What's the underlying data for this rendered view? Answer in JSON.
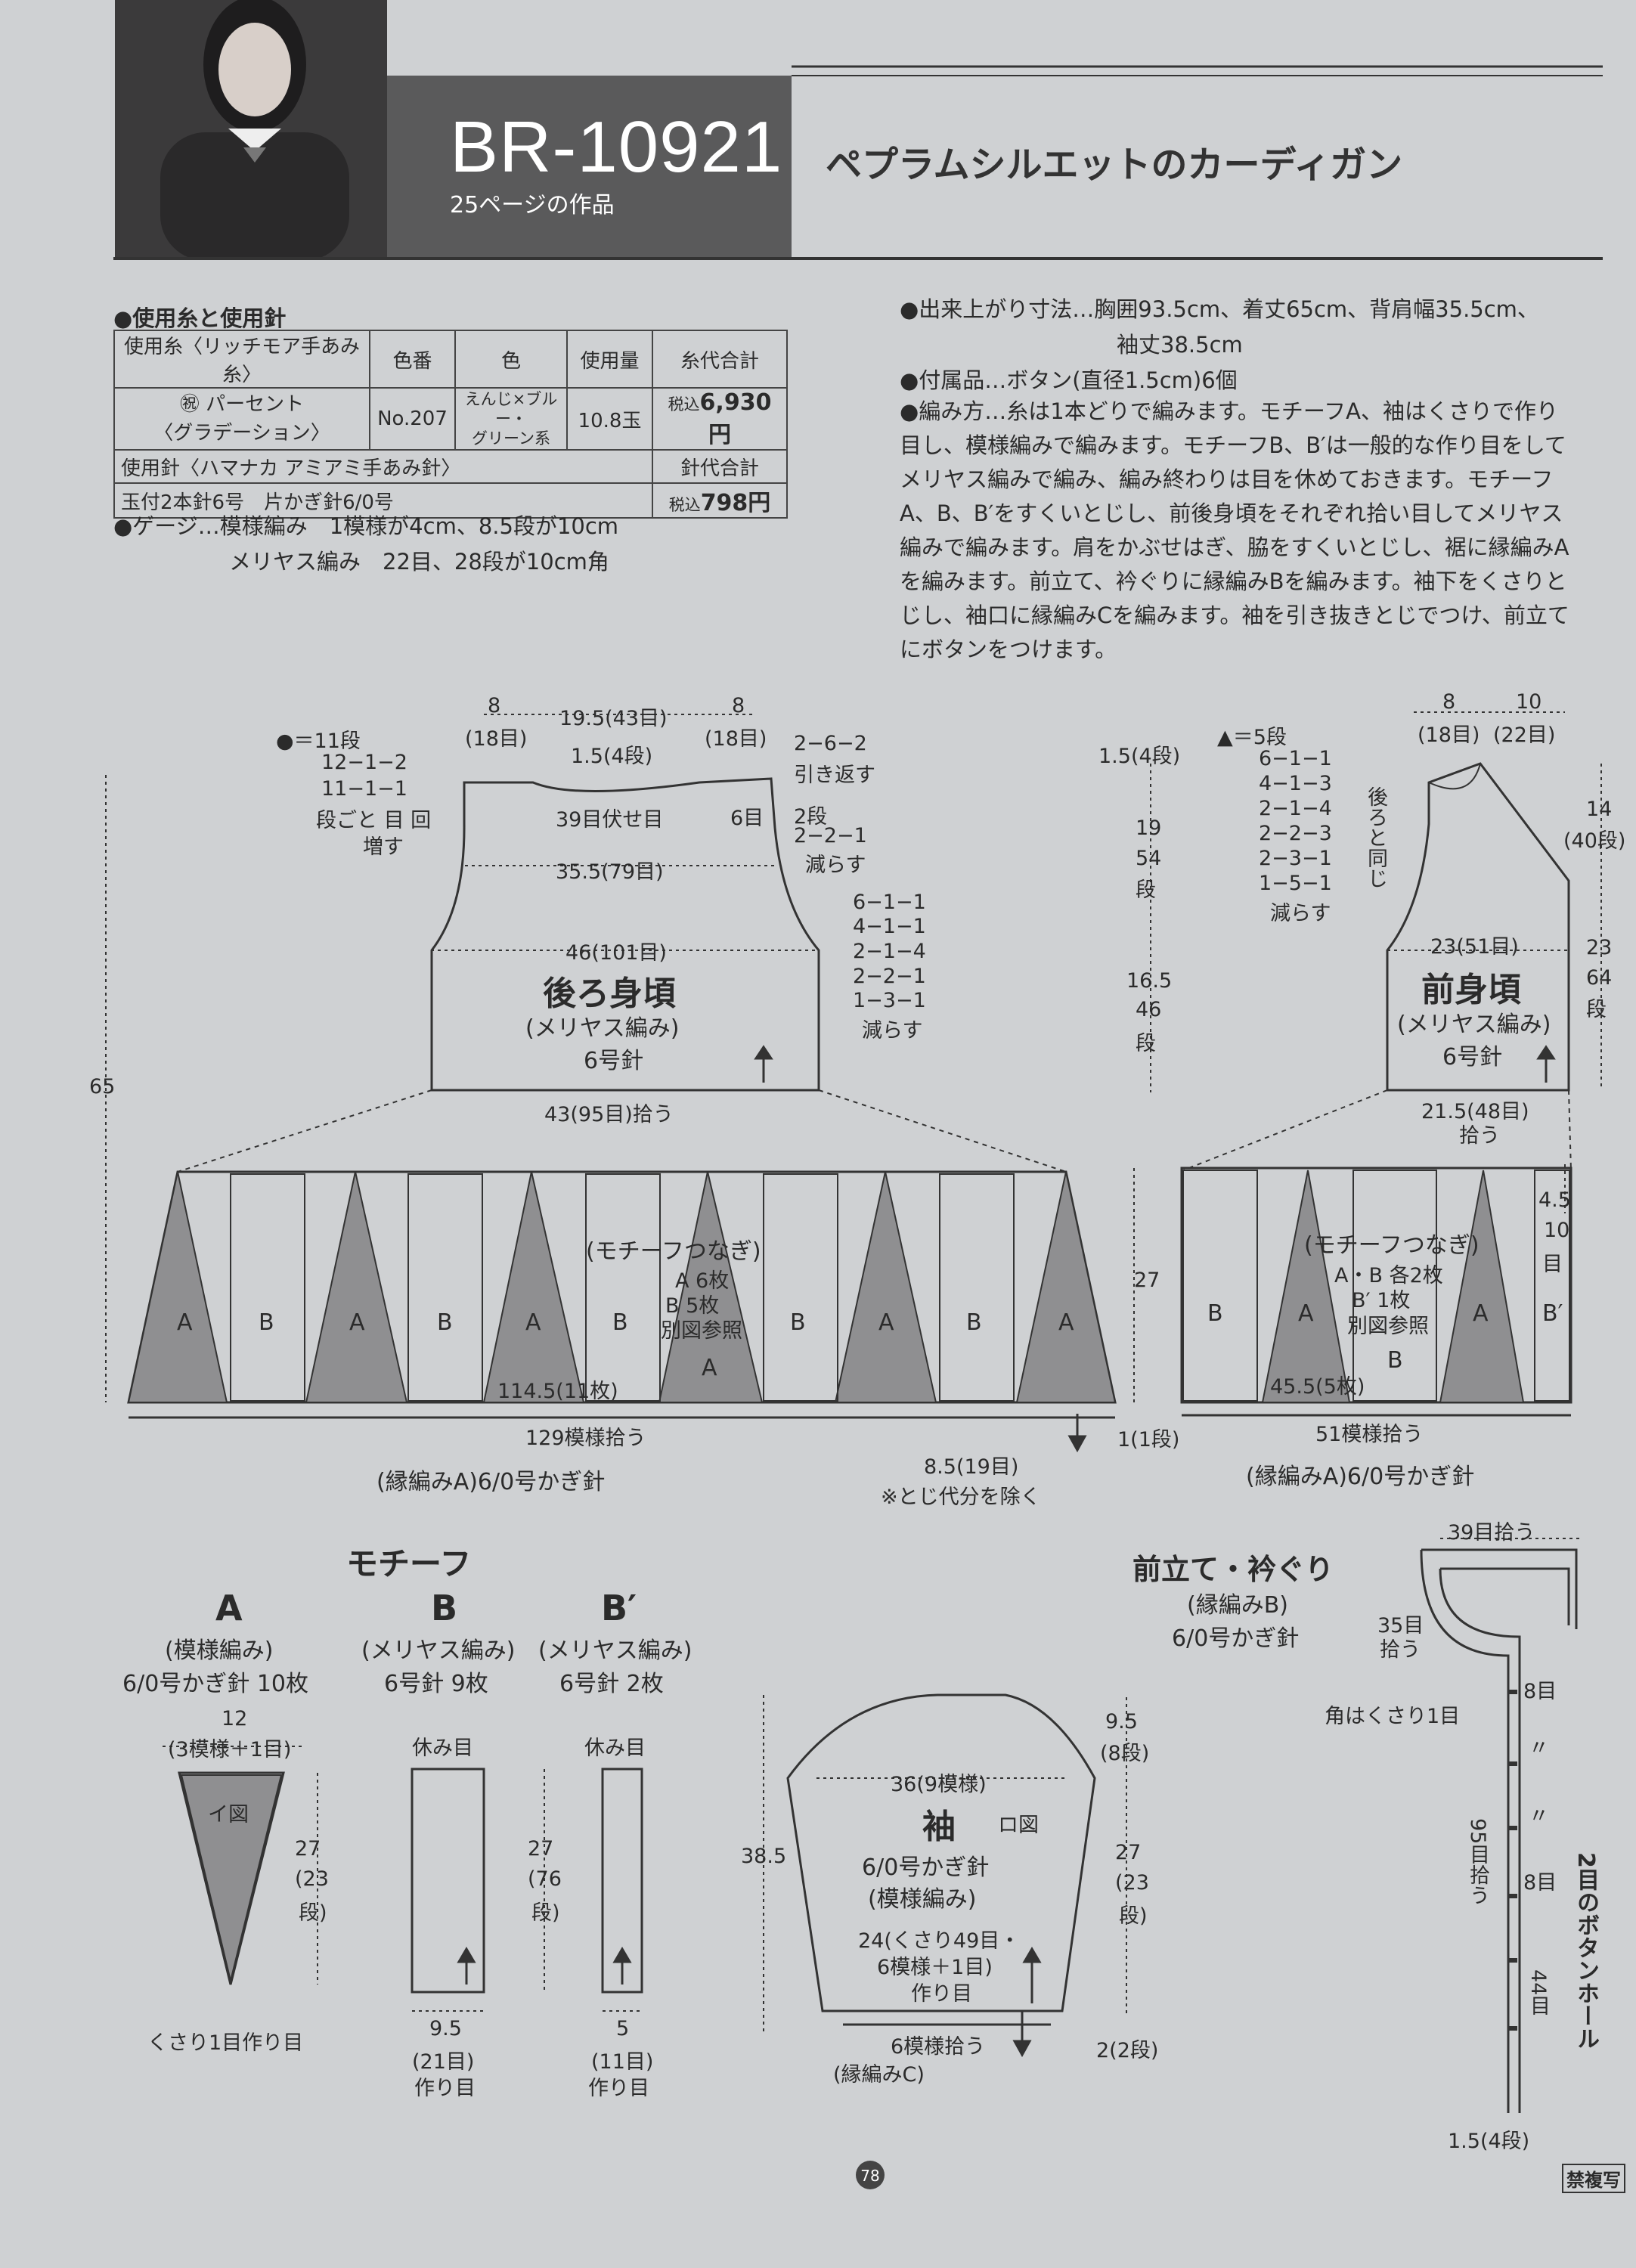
{
  "header": {
    "code": "BR-10921",
    "page_ref": "25ページの作品",
    "title": "ペプラムシルエットのカーディガン"
  },
  "materials": {
    "heading": "●使用糸と使用針",
    "table": {
      "h_yarn": "使用糸〈リッチモア手あみ糸〉",
      "h_color_no": "色番",
      "h_color": "色",
      "h_amount": "使用量",
      "h_yarn_total": "糸代合計",
      "yarn_name_1": "㊗ パーセント",
      "yarn_name_2": "〈グラデーション〉",
      "color_no": "No.207",
      "color_1": "えんじ×ブルー・",
      "color_2": "グリーン系",
      "amount": "10.8玉",
      "yarn_price_tax": "税込",
      "yarn_price": "6,930円",
      "h_needle": "使用針〈ハマナカ アミアミ手あみ針〉",
      "h_needle_total": "針代合計",
      "needles": "玉付2本針6号　片かぎ針6/0号",
      "needle_price_tax": "税込",
      "needle_price": "798円"
    },
    "gauge_1": "●ゲージ…模様編み　1模様が4cm、8.5段が10cm",
    "gauge_2": "メリヤス編み　22目、28段が10cm角"
  },
  "instructions": {
    "size_1": "●出来上がり寸法…胸囲93.5cm、着丈65cm、背肩幅35.5cm、",
    "size_2": "袖丈38.5cm",
    "accessory": "●付属品…ボタン(直径1.5cm)6個",
    "method_1": "●編み方…糸は1本どりで編みます。モチーフA、袖はくさりで作り",
    "method_2": "目し、模様編みで編みます。モチーフB、B′は一般的な作り目をして",
    "method_3": "メリヤス編みで編み、編み終わりは目を休めておきます。モチーフ",
    "method_4": "A、B、B′をすくいとじし、前後身頃をそれぞれ拾い目してメリヤス",
    "method_5": "編みで編みます。肩をかぶせはぎ、脇をすくいとじし、裾に縁編みA",
    "method_6": "を編みます。前立て、衿ぐりに縁編みBを編みます。袖下をくさりと",
    "method_7": "じし、袖口に縁編みCを編みます。袖を引き抜きとじでつけ、前立て",
    "method_8": "にボタンをつけます。"
  },
  "back": {
    "dot_note": "●＝11段",
    "dot_1": "12−1−2",
    "dot_2": "11−1−1",
    "dot_3": "段ごと 目 回",
    "dot_4": "増す",
    "sh_l": "8",
    "sh_l_st": "(18目)",
    "neck_w": "19.5(43目)",
    "neck_d": "1.5(4段)",
    "sh_r": "8",
    "sh_r_st": "(18目)",
    "bo": "39目伏せ目",
    "sr_1": "2−6−2",
    "sr_2": "引き返す",
    "six": "6目",
    "n_1": "2段",
    "n_2": "2−2−1",
    "n_3": "減らす",
    "shoulder_w": "35.5(79目)",
    "a_1": "6−1−1",
    "a_2": "4−1−1",
    "a_3": "2−1−4",
    "a_4": "2−2−1",
    "a_5": "1−3−1",
    "a_6": "減らす",
    "chest": "46(101目)",
    "name": "後ろ身頃",
    "stitch": "(メリヤス編み)",
    "needle": "6号針",
    "pick": "43(95目)拾う",
    "total_h": "65"
  },
  "front": {
    "tri_note": "▲＝5段",
    "t_1": "6−1−1",
    "t_2": "4−1−3",
    "t_3": "2−1−4",
    "t_4": "2−2−3",
    "t_5": "2−3−1",
    "t_6": "1−5−1",
    "t_7": "減らす",
    "sh": "8",
    "sh_st": "(18目)",
    "neck": "10",
    "neck_st": "(22目)",
    "d_top": "1.5(4段)",
    "d_19": "19",
    "d_54": "54",
    "d_dan1": "段",
    "d_165": "16.5",
    "d_46": "46",
    "d_dan2": "段",
    "same": "後ろと同じ",
    "neck_h": "14",
    "neck_h_st": "(40段)",
    "w": "23(51目)",
    "h": "23",
    "h_st": "64",
    "h_dan": "段",
    "name": "前身頃",
    "stitch": "(メリヤス編み)",
    "needle": "6号針",
    "pick": "21.5(48目)",
    "pick2": "拾う"
  },
  "peplum_back": {
    "title": "(モチーフつなぎ)",
    "a_count": "A 6枚",
    "b_count": "B 5枚",
    "ref": "別図参照",
    "width": "114.5(11枚)",
    "pick": "129模様拾う",
    "edge": "(縁編みA)6/0号かぎ針",
    "side": "8.5(19目)",
    "side_note": "※とじ代分を除く",
    "height": "27",
    "hem": "1(1段)",
    "a": "A",
    "b": "B"
  },
  "peplum_front": {
    "title": "(モチーフつなぎ)",
    "count_1": "A・B 各2枚",
    "count_2": "B′ 1枚",
    "ref": "別図参照",
    "width": "45.5(5枚)",
    "pick": "51模様拾う",
    "edge": "(縁編みA)6/0号かぎ針",
    "band": "4.5",
    "band_st": "10",
    "band_dan": "目",
    "a": "A",
    "b": "B",
    "bp": "B′"
  },
  "motifs": {
    "title": "モチーフ",
    "a_label": "A",
    "a_stitch": "(模様編み)",
    "a_needle": "6/0号かぎ針 10枚",
    "a_w": "12",
    "a_w_st": "(3模様＋1目)",
    "a_fig": "イ図",
    "a_h": "27",
    "a_h_st": "(23",
    "a_dan": "段)",
    "a_start": "くさり1目作り目",
    "b_label": "B",
    "b_stitch": "(メリヤス編み)",
    "b_needle": "6号針 9枚",
    "b_rest": "休み目",
    "b_h": "27",
    "b_h_st": "(76",
    "b_dan": "段)",
    "b_w": "9.5",
    "b_w_st": "(21目)",
    "b_start": "作り目",
    "bp_label": "B′",
    "bp_stitch": "(メリヤス編み)",
    "bp_needle": "6号針 2枚",
    "bp_rest": "休み目",
    "bp_w": "5",
    "bp_w_st": "(11目)",
    "bp_start": "作り目"
  },
  "sleeve": {
    "cap": "9.5",
    "cap_st": "(8段)",
    "top": "36(9模様)",
    "name": "袖",
    "fig": "ロ図",
    "needle": "6/0号かぎ針",
    "stitch": "(模様編み)",
    "len": "38.5",
    "h": "27",
    "h_st": "(23",
    "h_dan": "段)",
    "cast_1": "24(くさり49目・",
    "cast_2": "6模様＋1目)",
    "cast_3": "作り目",
    "pick": "6模様拾う",
    "edge": "(縁編みC)",
    "cuff": "2(2段)"
  },
  "band": {
    "title": "前立て・衿ぐり",
    "stitch": "(縁編みB)",
    "needle": "6/0号かぎ針",
    "top": "39目拾う",
    "pick35": "35目",
    "pick35b": "拾う",
    "corner": "角はくさり1目",
    "e8": "8目",
    "e8b": "8目",
    "q1": "〃",
    "q2": "〃",
    "pick95": "95目拾う",
    "e44": "44目",
    "hole": "2目のボタンホール",
    "bottom": "1.5(4段)"
  },
  "footer": {
    "page": "78",
    "copy": "禁複写"
  },
  "colors": {
    "paper": "#cfd1d3",
    "ink": "#2b2b2b",
    "fill": "#8f8f91",
    "band": "#5a5a5b"
  }
}
